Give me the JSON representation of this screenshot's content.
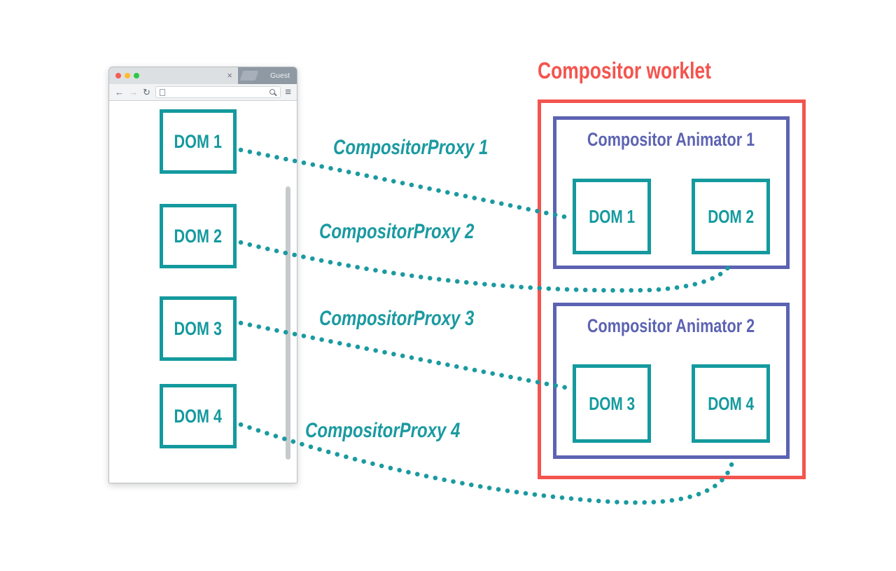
{
  "colors": {
    "teal": "#149a9e",
    "red": "#f4544e",
    "purple": "#5c63b2"
  },
  "browser": {
    "titlebar": {
      "tab_close": "×",
      "guest": "Guest"
    },
    "toolbar": {
      "back": "←",
      "forward": "→",
      "reload": "↻",
      "menu": "≡"
    },
    "dom_boxes": [
      {
        "label": "DOM 1"
      },
      {
        "label": "DOM 2"
      },
      {
        "label": "DOM 3"
      },
      {
        "label": "DOM 4"
      }
    ]
  },
  "worklet": {
    "title": "Compositor worklet",
    "animators": [
      {
        "title": "Compositor Animator 1",
        "dom_boxes": [
          {
            "label": "DOM 1"
          },
          {
            "label": "DOM 2"
          }
        ]
      },
      {
        "title": "Compositor Animator 2",
        "dom_boxes": [
          {
            "label": "DOM 3"
          },
          {
            "label": "DOM 4"
          }
        ]
      }
    ]
  },
  "proxies": [
    {
      "label": "CompositorProxy 1"
    },
    {
      "label": "CompositorProxy 2"
    },
    {
      "label": "CompositorProxy 3"
    },
    {
      "label": "CompositorProxy 4"
    }
  ]
}
